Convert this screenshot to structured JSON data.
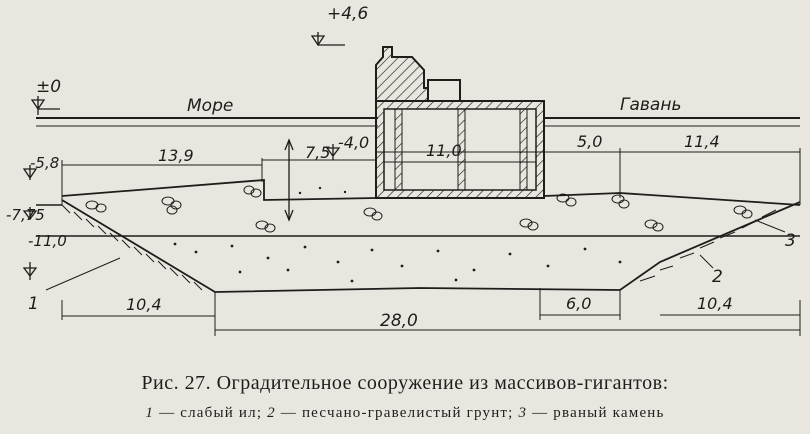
{
  "elevations": {
    "top": "+4,6",
    "zero": "±0",
    "depth_1": "-5,8",
    "depth_2": "-7,75",
    "depth_3": "-11,0"
  },
  "water_labels": {
    "sea": "Море",
    "harbor": "Гавань"
  },
  "dimensions": {
    "d_13_9": "13,9",
    "d_7_5": "7,5",
    "d_minus_4": "-4,0",
    "d_11_0": "11,0",
    "d_5_0": "5,0",
    "d_11_4": "11,4",
    "d_10_4_left": "10,4",
    "d_28_0": "28,0",
    "d_6_0": "6,0",
    "d_10_4_right": "10,4"
  },
  "legend_markers": {
    "m1": "1",
    "m2": "2",
    "m3": "3"
  },
  "caption": {
    "title": "Рис. 27. Оградительное сооружение из массивов-гигантов:",
    "n1": "1",
    "t1": " — слабый ил; ",
    "n2": "2",
    "t2": " — песчано-гравелистый грунт; ",
    "n3": "3",
    "t3": " — рваный камень"
  }
}
